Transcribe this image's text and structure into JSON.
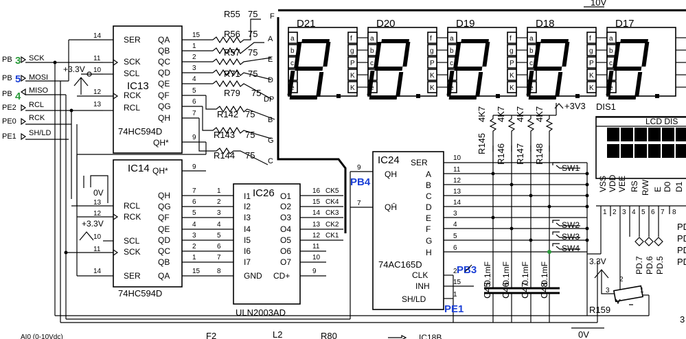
{
  "top_label": "10V",
  "ports": [
    {
      "pin": "PB3",
      "pin_base": "PB",
      "pin_num": "3",
      "num_color": "#2a9a3a",
      "net": "SCK"
    },
    {
      "pin": "PB5",
      "pin_base": "PB",
      "pin_num": "5",
      "num_color": "#1a3fd6",
      "net": "MOSI"
    },
    {
      "pin": "PB4",
      "pin_base": "PB",
      "pin_num": "4",
      "num_color": "#2a9a3a",
      "net": "MISO"
    },
    {
      "pin": "PE2",
      "net": "RCL"
    },
    {
      "pin": "PE0",
      "net": "RCK"
    },
    {
      "pin": "PE1",
      "net": "SH/LD"
    }
  ],
  "ic13": {
    "ref": "IC13",
    "part": "74HC594D",
    "left_pins": [
      {
        "num": "14",
        "name": "SER"
      },
      {
        "num": "11",
        "name": "SCK"
      },
      {
        "num": "10",
        "name": "SCL"
      },
      {
        "num": "12",
        "name": "RCK"
      },
      {
        "num": "13",
        "name": "RCL"
      }
    ],
    "right_pins": [
      {
        "num": "15",
        "name": "QA"
      },
      {
        "num": "1",
        "name": "QB"
      },
      {
        "num": "2",
        "name": "QC"
      },
      {
        "num": "3",
        "name": "QD"
      },
      {
        "num": "4",
        "name": "QE"
      },
      {
        "num": "5",
        "name": "QF"
      },
      {
        "num": "6",
        "name": "QG"
      },
      {
        "num": "7",
        "name": "QH"
      },
      {
        "num": "9",
        "name": "QH*"
      }
    ]
  },
  "supply_3v3": "+3.3V",
  "resistors_seg": [
    {
      "ref": "R55",
      "val": "75",
      "seg": "F"
    },
    {
      "ref": "R56",
      "val": "75",
      "seg": "A"
    },
    {
      "ref": "R57",
      "val": "75",
      "seg": "E"
    },
    {
      "ref": "R71",
      "val": "75",
      "seg": "D"
    },
    {
      "ref": "R79",
      "val": "75",
      "seg": "DP"
    },
    {
      "ref": "R142",
      "val": "75",
      "seg": "B"
    },
    {
      "ref": "R143",
      "val": "75",
      "seg": "G"
    },
    {
      "ref": "R144",
      "val": "75",
      "seg": "C"
    }
  ],
  "displays": [
    {
      "ref": "D21",
      "left_pins": [
        "a",
        "b",
        "c",
        "d",
        "e"
      ],
      "right_pins": [
        "f",
        "g",
        "P",
        "K",
        "K"
      ]
    },
    {
      "ref": "D20",
      "left_pins": [
        "a",
        "b",
        "c",
        "d",
        "e"
      ],
      "right_pins": [
        "f",
        "g",
        "P",
        "K",
        "K"
      ]
    },
    {
      "ref": "D19",
      "left_pins": [
        "a",
        "b",
        "c",
        "d",
        "e"
      ],
      "right_pins": [
        "f",
        "g",
        "P",
        "K",
        "K"
      ]
    },
    {
      "ref": "D18",
      "left_pins": [
        "a",
        "b",
        "c",
        "d",
        "e"
      ],
      "right_pins": [
        "f",
        "g",
        "P",
        "K",
        "K"
      ]
    },
    {
      "ref": "D17",
      "left_pins": [
        "a",
        "b",
        "c",
        "d",
        "e"
      ],
      "right_pins": []
    }
  ],
  "ic14": {
    "ref": "IC14",
    "part": "74HC594D",
    "ground": "0V",
    "left_pins": [
      {
        "num": "13",
        "name": "RCL"
      },
      {
        "num": "12",
        "name": "RCK"
      },
      {
        "num": "10",
        "name": "SCL"
      },
      {
        "num": "11",
        "name": "SCK"
      },
      {
        "num": "14",
        "name": "SER"
      }
    ],
    "right_pins": [
      {
        "num": "9",
        "name": "QH*"
      },
      {
        "num": "7",
        "name": "QH"
      },
      {
        "num": "6",
        "name": "QG"
      },
      {
        "num": "5",
        "name": "QF"
      },
      {
        "num": "4",
        "name": "QE"
      },
      {
        "num": "3",
        "name": "QD"
      },
      {
        "num": "2",
        "name": "QC"
      },
      {
        "num": "1",
        "name": "QB"
      },
      {
        "num": "15",
        "name": "QA"
      }
    ]
  },
  "ic26": {
    "ref": "IC26",
    "part": "ULN2003AD",
    "inputs": [
      {
        "num": "1",
        "name": "I1"
      },
      {
        "num": "2",
        "name": "I2"
      },
      {
        "num": "3",
        "name": "I3"
      },
      {
        "num": "4",
        "name": "I4"
      },
      {
        "num": "5",
        "name": "I5"
      },
      {
        "num": "6",
        "name": "I6"
      },
      {
        "num": "7",
        "name": "I7"
      },
      {
        "num": "8",
        "name": "GND"
      }
    ],
    "outputs": [
      {
        "num": "16",
        "name": "O1",
        "net": "CK5"
      },
      {
        "num": "15",
        "name": "O2",
        "net": "CK4"
      },
      {
        "num": "14",
        "name": "O3",
        "net": "CK3"
      },
      {
        "num": "13",
        "name": "O4",
        "net": "CK2"
      },
      {
        "num": "12",
        "name": "O5",
        "net": "CK1"
      },
      {
        "num": "11",
        "name": "O6",
        "net": ""
      },
      {
        "num": "10",
        "name": "O7",
        "net": ""
      },
      {
        "num": "9",
        "name": "CD+",
        "net": ""
      }
    ]
  },
  "ic24": {
    "ref": "IC24",
    "part": "74AC165D",
    "left_pins": [
      {
        "num": "9",
        "name": "QH"
      },
      {
        "num": "7",
        "name": "QH̄"
      }
    ],
    "right_pins": [
      {
        "num": "10",
        "name": "SER"
      },
      {
        "num": "11",
        "name": "A"
      },
      {
        "num": "12",
        "name": "B"
      },
      {
        "num": "13",
        "name": "C"
      },
      {
        "num": "14",
        "name": "D"
      },
      {
        "num": "3",
        "name": "E"
      },
      {
        "num": "4",
        "name": "F"
      },
      {
        "num": "5",
        "name": "G"
      },
      {
        "num": "6",
        "name": "H"
      },
      {
        "num": "2",
        "name": "CLK"
      },
      {
        "num": "15",
        "name": "INH"
      },
      {
        "num": "1",
        "name": "SH/LD"
      }
    ]
  },
  "annotations": {
    "pb4": "PB4",
    "pb3": "PB3",
    "pe1": "PE1"
  },
  "pullups": [
    {
      "ref": "R145",
      "val": "4K7"
    },
    {
      "ref": "R146",
      "val": "4K7"
    },
    {
      "ref": "R147",
      "val": "4K7"
    },
    {
      "ref": "R148",
      "val": "4K7"
    }
  ],
  "supply_3v3_right": "+3V3",
  "switches": [
    "SW1",
    "SW2",
    "SW3",
    "SW4"
  ],
  "caps": [
    {
      "ref": "C45",
      "val": "0.1mF"
    },
    {
      "ref": "C46",
      "val": "0.1mF"
    },
    {
      "ref": "C47",
      "val": "0.1mF"
    },
    {
      "ref": "C48",
      "val": "0.1mF"
    }
  ],
  "lcd": {
    "ref": "DIS1",
    "title": "LCD DIS",
    "pins": [
      {
        "num": "1",
        "name": "VSS"
      },
      {
        "num": "2",
        "name": "VDD"
      },
      {
        "num": "3",
        "name": "VEE"
      },
      {
        "num": "4",
        "name": "RS"
      },
      {
        "num": "5",
        "name": "R/W"
      },
      {
        "num": "6",
        "name": "E"
      },
      {
        "num": "7",
        "name": "D0"
      },
      {
        "num": "8",
        "name": "D1"
      }
    ],
    "port_labels": [
      "PD.7",
      "PD.6",
      "PD.5"
    ],
    "right_cut": [
      "PD",
      "PD",
      "PD",
      "PD"
    ]
  },
  "pot": {
    "ref": "R159",
    "supply": "3.3V",
    "pins": [
      "3",
      "2",
      "1"
    ]
  },
  "ground_bottom": "0V",
  "bottom_labels": [
    "AI0 (0-10Vdc)",
    "F2",
    "L2",
    "R80",
    "IC18B"
  ],
  "edge_label_right": "3"
}
